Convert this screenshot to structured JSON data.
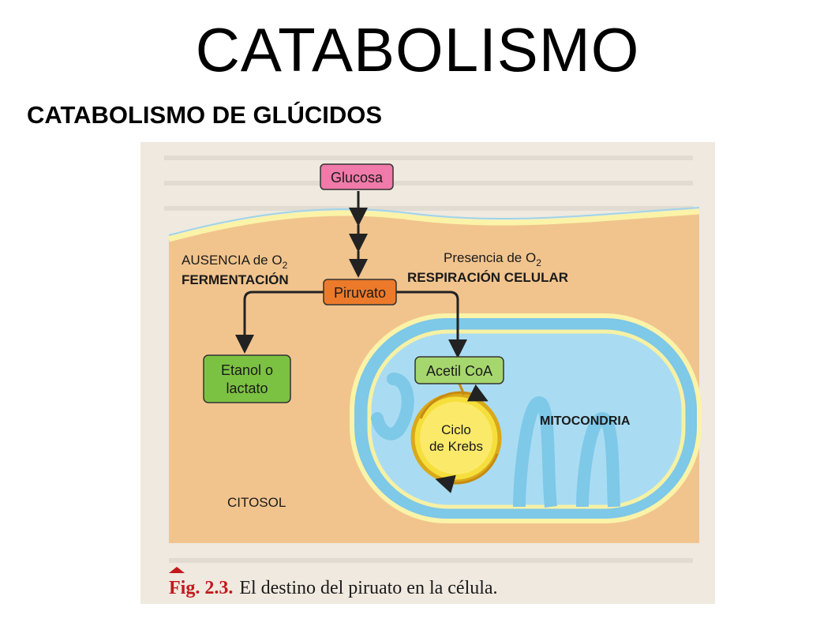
{
  "page": {
    "title": "CATABOLISMO",
    "subtitle": "CATABOLISMO DE GLÚCIDOS"
  },
  "diagram": {
    "nodes": {
      "glucosa": "Glucosa",
      "piruvato": "Piruvato",
      "acetil_coa": "Acetil CoA",
      "etanol_line1": "Etanol o",
      "etanol_line2": "lactato",
      "krebs_line1": "Ciclo",
      "krebs_line2": "de Krebs"
    },
    "labels": {
      "ausencia": "AUSENCIA de O",
      "ausencia_sub": "2",
      "fermentacion": "FERMENTACIÓN",
      "presencia": "Presencia de O",
      "presencia_sub": "2",
      "respiracion": "RESPIRACIÓN CELULAR",
      "mitocondria": "MITOCONDRIA",
      "citosol": "CITOSOL"
    },
    "caption": {
      "fig": "Fig. 2.3.",
      "text": "El destino del piruato en la célula."
    },
    "colors": {
      "cytosol": "#f1c48e",
      "membrane_yellow": "#fbf3a8",
      "mito_outer": "#7ec8e8",
      "mito_inner": "#a9dcf2",
      "glucosa_box": "#f07aaa",
      "piruvato_box": "#ec7a2a",
      "green_box": "#7cc242",
      "acetil_box": "#a6d76e",
      "krebs": "#f6df3c",
      "caption_red": "#c4171e"
    }
  }
}
